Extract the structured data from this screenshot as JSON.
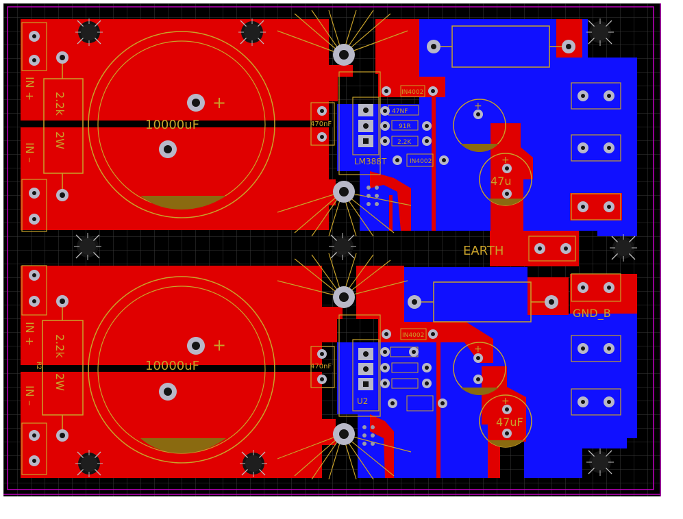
{
  "board": {
    "colors": {
      "background": "#000000",
      "grid": "#3a3a3a",
      "top_copper": "#e00000",
      "bottom_copper": "#1010ff",
      "silkscreen": "#c8a22a",
      "board_outline": "#c000c0",
      "pad": "#b8b8c8"
    }
  },
  "labels": {
    "upper": {
      "cap_big": "10000uF",
      "plus": "+",
      "res_value": "2.2k",
      "res_power": "2W",
      "in_plus": "IN +",
      "in_minus": "IN –",
      "c_470": "470nF",
      "d1": "IN4002",
      "c_47nf": "47NF",
      "r_91": "91R",
      "r_22k": "2.2K",
      "ic": "LM388T",
      "d2": "IN4002",
      "c_47u": "47u",
      "cap_plus": "+",
      "cap2_plus": "+"
    },
    "lower": {
      "cap_big": "10000uF",
      "plus": "+",
      "res_value": "2.2k",
      "res_power": "2W",
      "in_plus": "IN +",
      "in_minus": "IN –",
      "r_ref": "R2",
      "c_470": "470nF",
      "d1": "IN4002",
      "ic": "U2",
      "c_47u": "47uF",
      "cap_plus": "+",
      "cap2_plus": "+"
    },
    "earth": "EARTH",
    "gnd_b": "GND_B"
  }
}
